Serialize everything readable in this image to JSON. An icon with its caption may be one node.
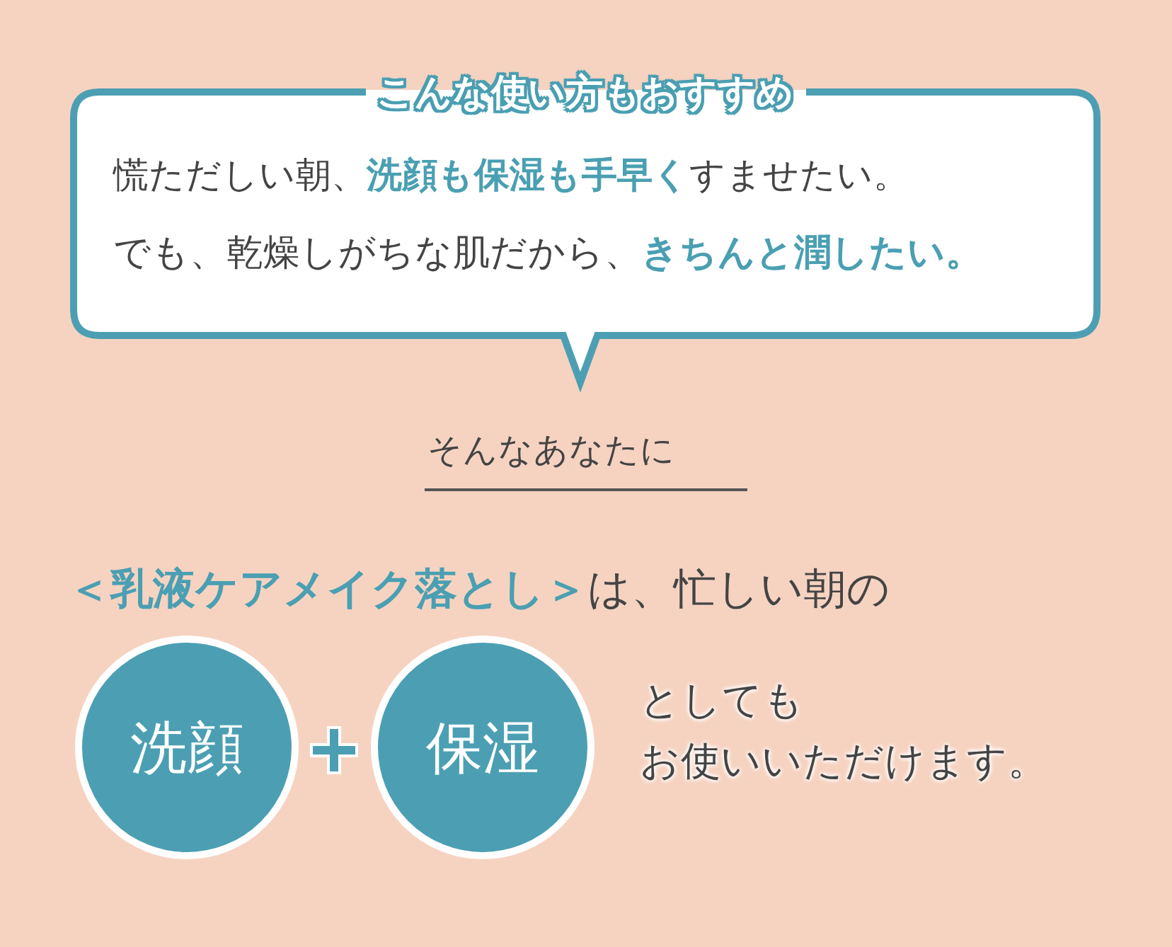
{
  "diagram": {
    "nodes": [
      {
        "text": [
          "こんな使い方もおすすめ",
          "慌ただしい朝、**洗顔も保湿も手早く**すませたい。",
          "でも、乾燥しがちな肌だから、**きちんと潤したい。**"
        ]
      },
      {
        "text": [
          "洗顔"
        ]
      },
      {
        "text": [
          "保湿"
        ]
      }
    ],
    "edges": [],
    "labels": [
      "そんなあなたに",
      "**＜乳液ケアメイク落とし＞**は、忙しい朝の",
      "としても",
      "お使いいただけます。"
    ]
  }
}
